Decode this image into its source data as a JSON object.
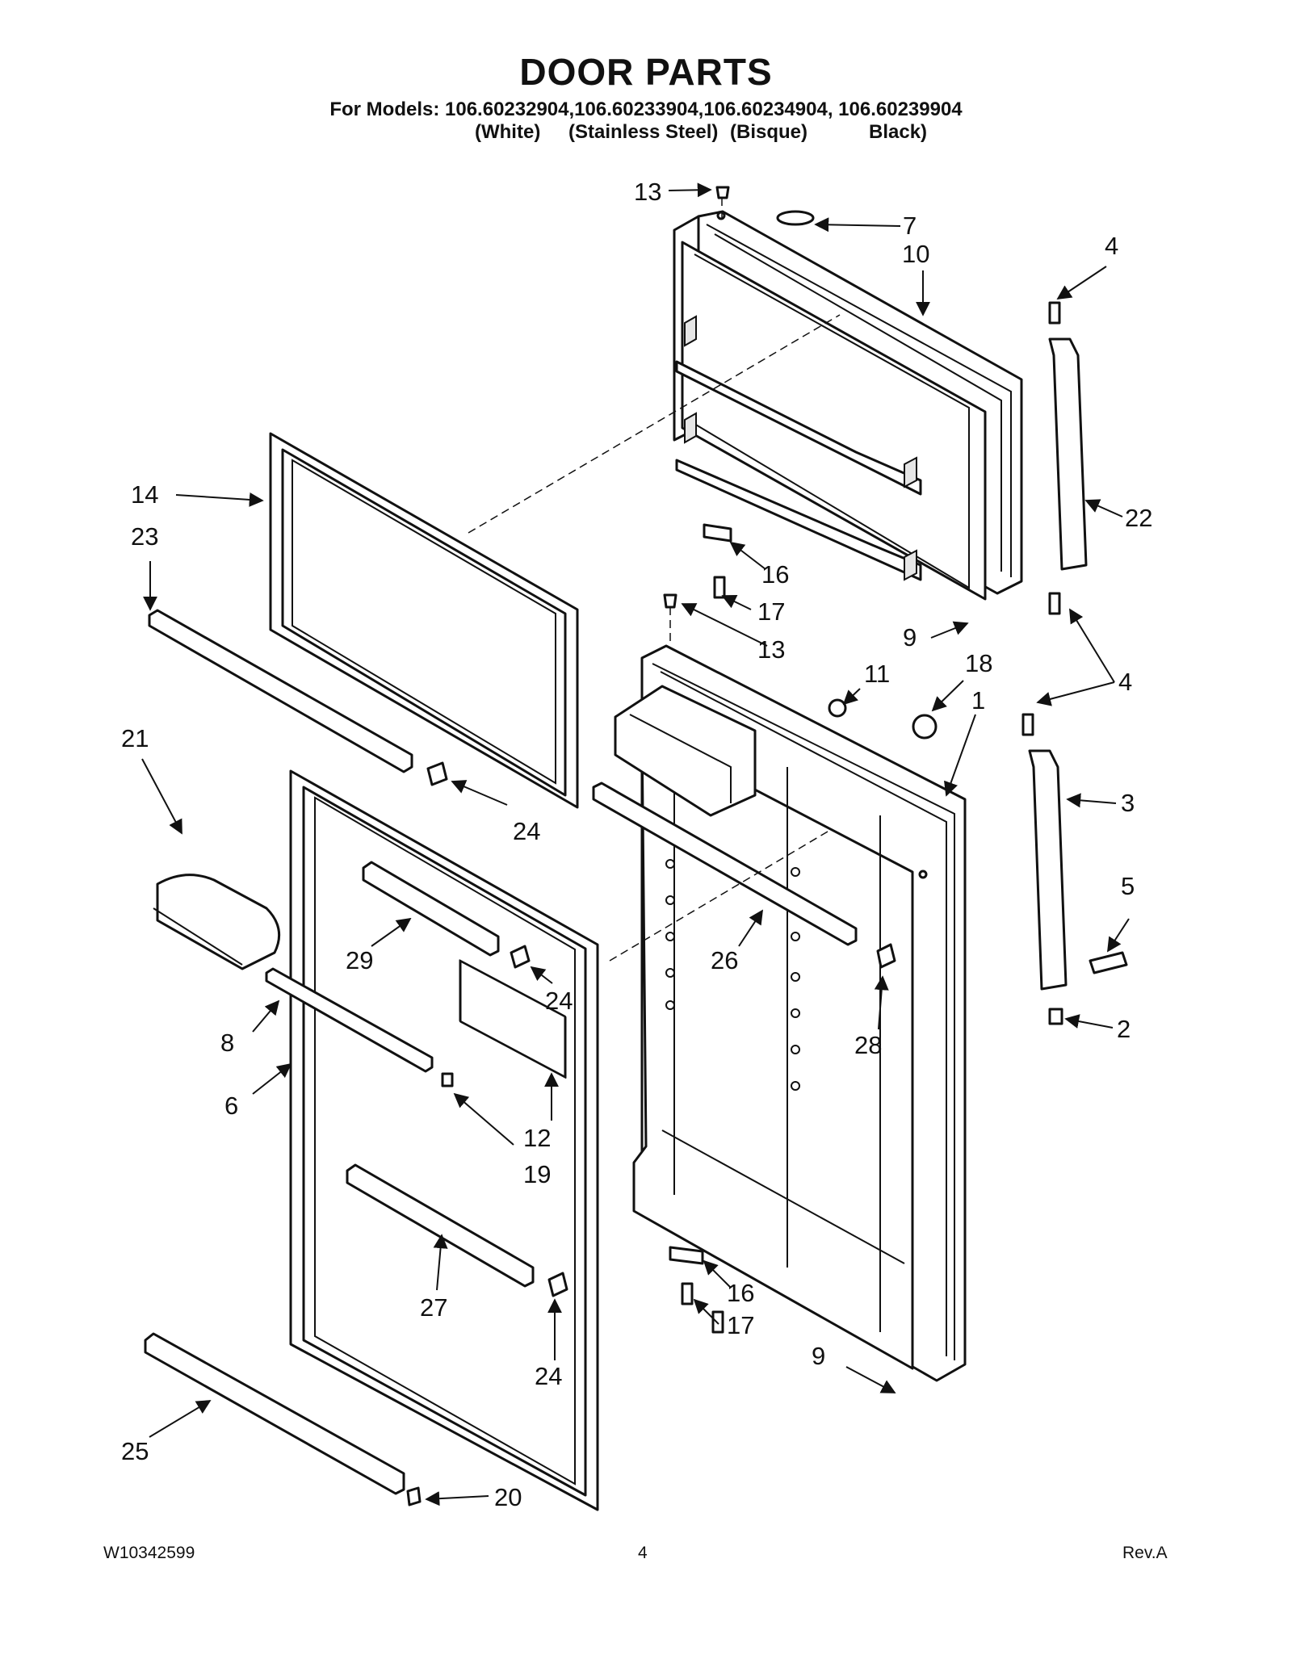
{
  "header": {
    "title": "DOOR PARTS",
    "models_line": "For Models: 106.60232904,106.60233904,106.60234904, 106.60239904",
    "finishes": [
      "(White)",
      "(Stainless Steel)",
      "(Bisque)",
      "Black)"
    ]
  },
  "footer": {
    "doc_number": "W10342599",
    "page_number": "4",
    "revision": "Rev.A"
  },
  "callouts": [
    "13",
    "7",
    "10",
    "4",
    "22",
    "16",
    "17",
    "9",
    "13",
    "11",
    "18",
    "1",
    "4",
    "3",
    "5",
    "2",
    "14",
    "23",
    "21",
    "24",
    "29",
    "24",
    "8",
    "6",
    "12",
    "19",
    "26",
    "28",
    "27",
    "24",
    "25",
    "20",
    "16",
    "17",
    "9"
  ]
}
